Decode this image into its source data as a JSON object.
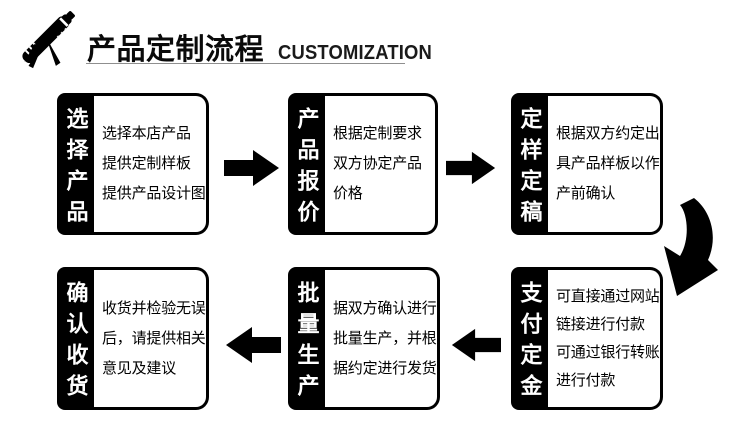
{
  "header": {
    "icon": "drafting-tools-icon",
    "title": "产品定制流程",
    "subtitle": "CUSTOMIZATION"
  },
  "colors": {
    "ink": "#000000",
    "background": "#ffffff",
    "underline": "#8f8f8f"
  },
  "steps": [
    {
      "id": "select-product",
      "title": "选择产品",
      "lines": [
        "选择本店产品",
        "提供定制样板",
        "提供产品设计图"
      ]
    },
    {
      "id": "product-quote",
      "title": "产品报价",
      "lines": [
        "根据定制要求",
        "双方协定产品",
        "价格"
      ]
    },
    {
      "id": "sample-finalize",
      "title": "定样定稿",
      "lines": [
        "根据双方约定出",
        "具产品样板以作",
        "产前确认"
      ]
    },
    {
      "id": "pay-deposit",
      "title": "支付定金",
      "lines": [
        "可直接通过网站",
        "链接进行付款",
        "可通过银行转账",
        "进行付款"
      ]
    },
    {
      "id": "mass-production",
      "title": "批量生产",
      "lines": [
        "据双方确认进行",
        "批量生产，并根",
        "据约定进行发货"
      ]
    },
    {
      "id": "confirm-receipt",
      "title": "确认收货",
      "lines": [
        "收货并检验无误",
        "后，请提供相关",
        "意见及建议"
      ]
    }
  ],
  "arrows": [
    "right",
    "right",
    "curve-down",
    "left",
    "left"
  ]
}
